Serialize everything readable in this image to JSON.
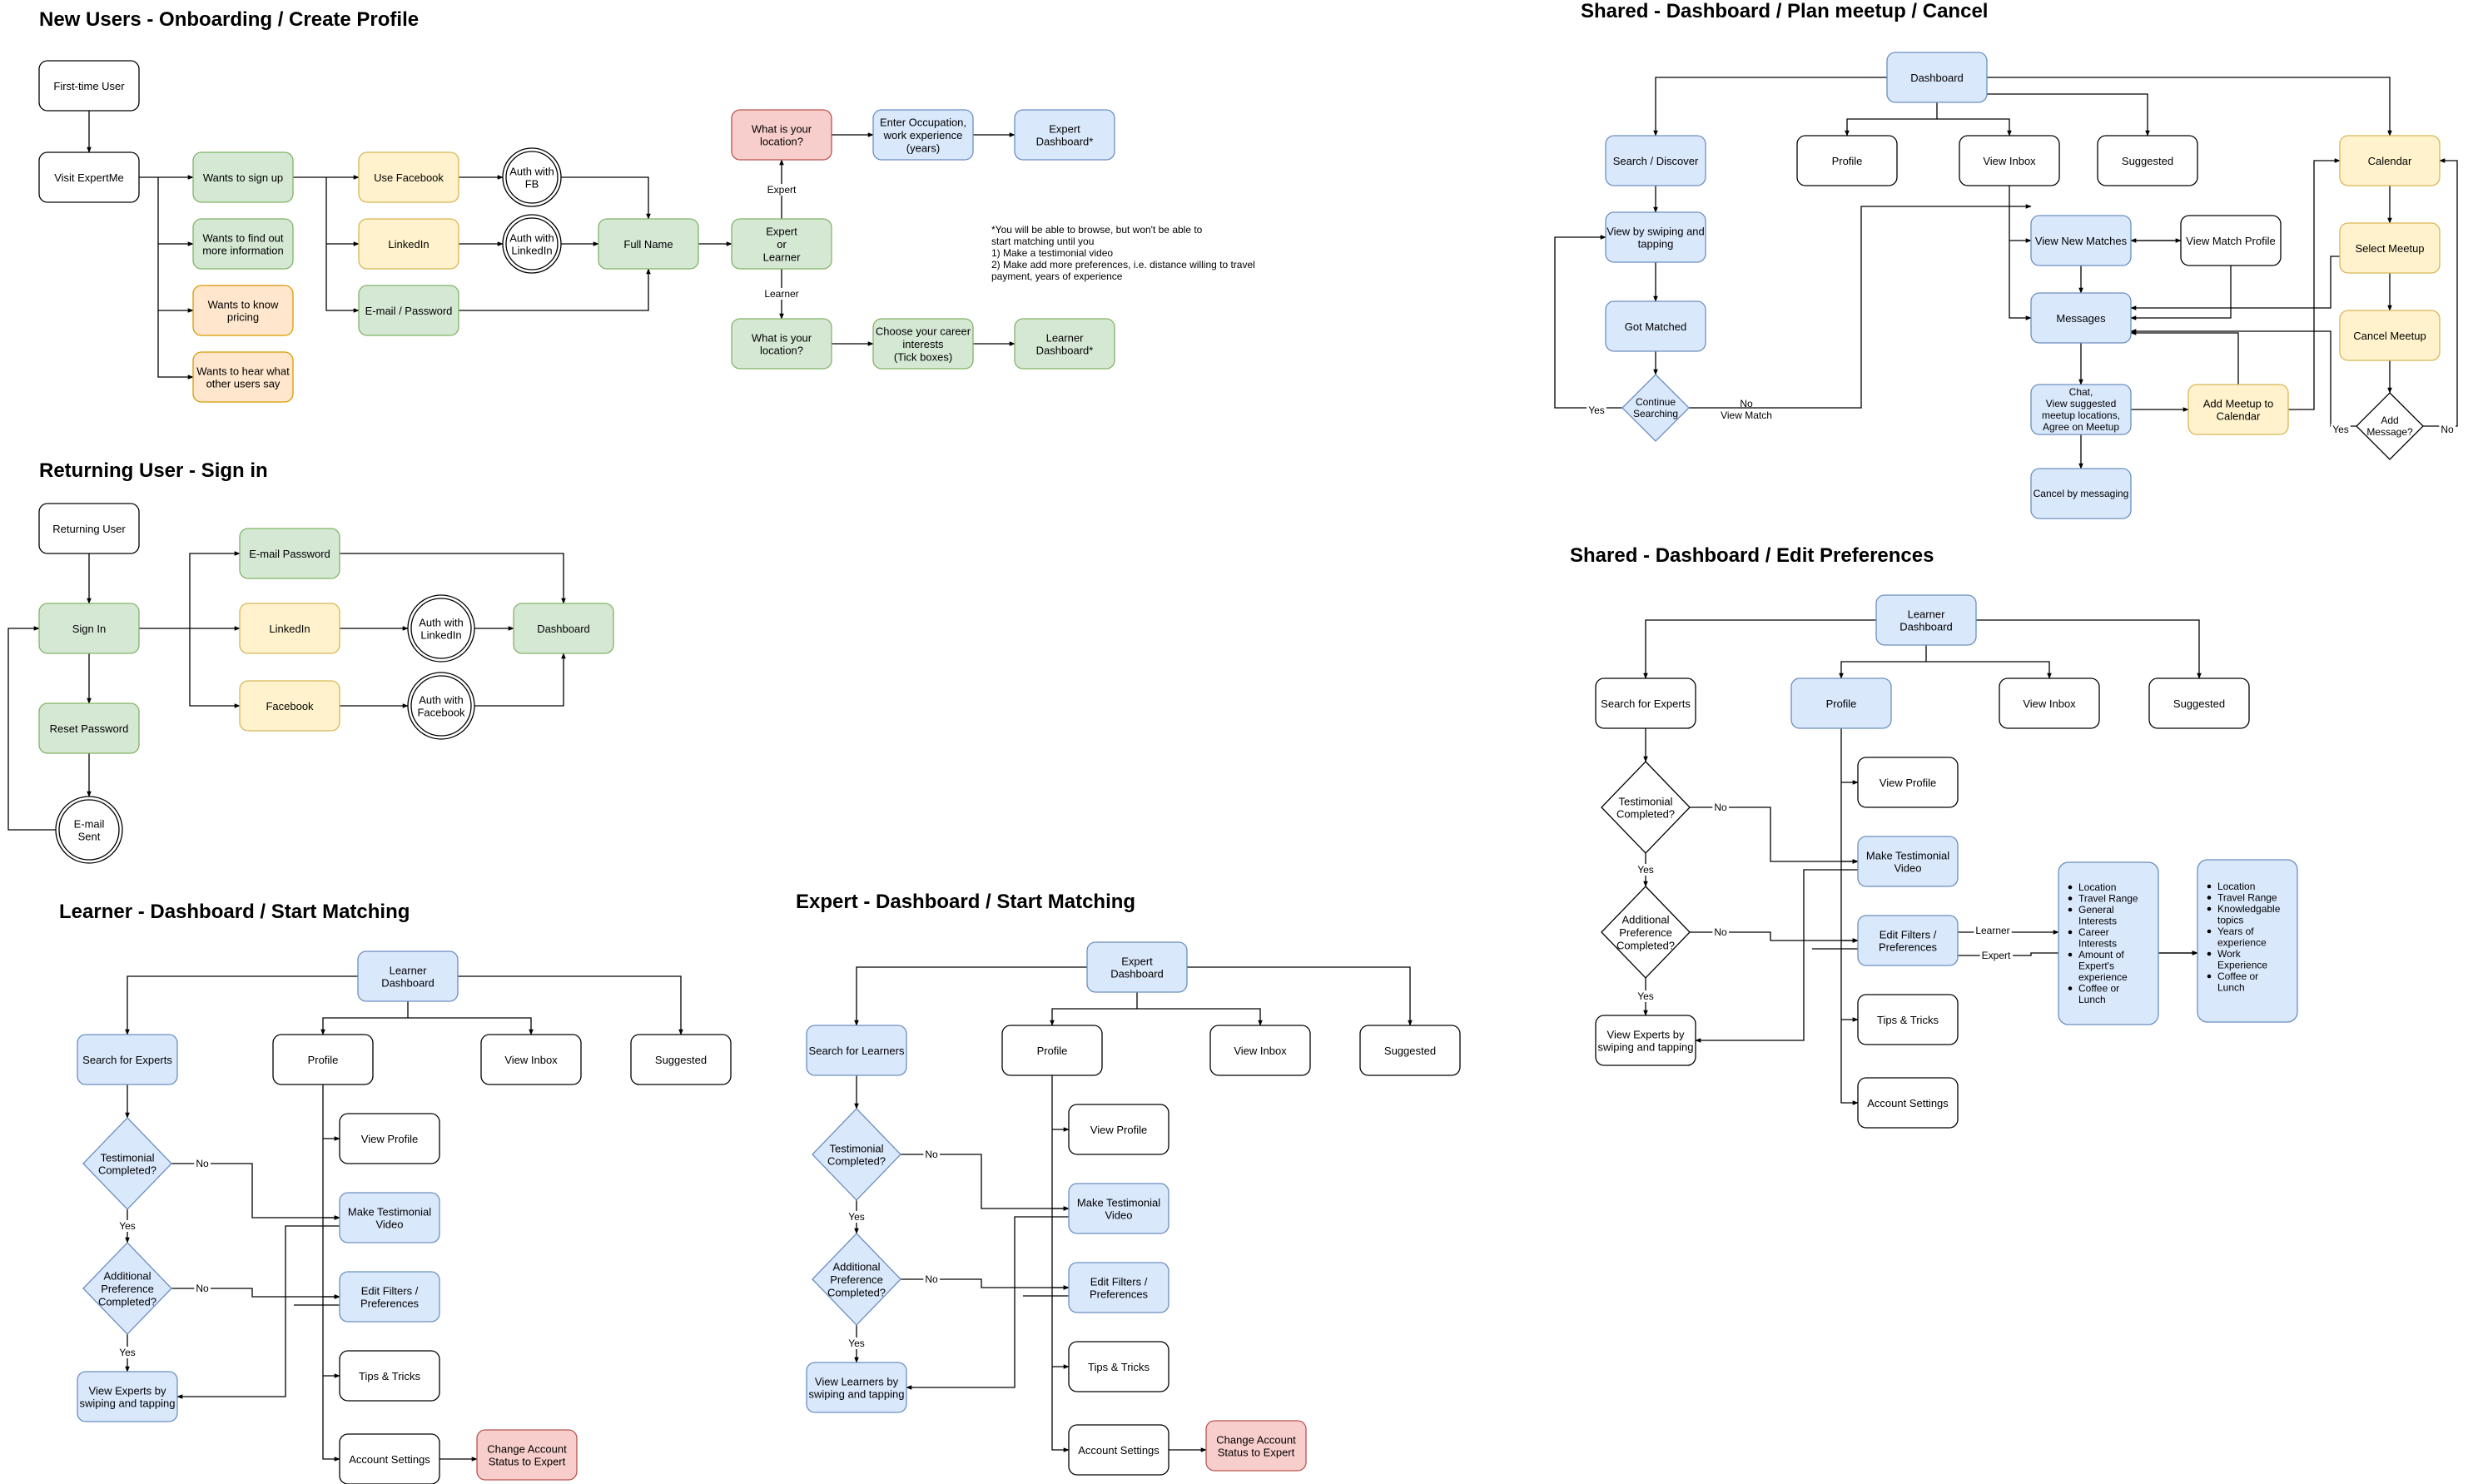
{
  "colors": {
    "blue": "#dae8fc",
    "blue_stroke": "#6c8ebf",
    "green": "#d5e8d4",
    "green_stroke": "#82b366",
    "yellow": "#fff2cc",
    "yellow_stroke": "#d6b656",
    "orange": "#ffe6cc",
    "orange_stroke": "#d79b00",
    "red": "#f8cecc",
    "red_stroke": "#b85450",
    "white": "#ffffff",
    "line": "#000000"
  },
  "titles": {
    "new_users": "New Users - Onboarding / Create Profile",
    "returning": "Returning User - Sign in",
    "learner": "Learner - Dashboard / Start Matching",
    "expert": "Expert - Dashboard / Start Matching",
    "shared_meetup": "Shared - Dashboard / Plan meetup / Cancel",
    "shared_prefs": "Shared - Dashboard / Edit Preferences"
  },
  "onboarding": {
    "first_time_user": "First-time User",
    "visit_expertme": "Visit ExpertMe",
    "wants_sign_up": "Wants to sign up",
    "wants_more_info": [
      "Wants to find out",
      "more information"
    ],
    "wants_pricing": [
      "Wants to know",
      "pricing"
    ],
    "wants_users_say": [
      "Wants to hear what",
      "other users say"
    ],
    "use_facebook": "Use Facebook",
    "linkedin": "LinkedIn",
    "email_password": "E-mail / Password",
    "auth_fb": [
      "Auth with",
      "FB"
    ],
    "auth_linkedin": [
      "Auth with",
      "LinkedIn"
    ],
    "full_name": "Full Name",
    "expert_or_learner": [
      "Expert",
      "or",
      "Learner"
    ],
    "label_expert": "Expert",
    "label_learner": "Learner",
    "location_expert": [
      "What is your",
      "location?"
    ],
    "occupation": [
      "Enter Occupation,",
      "work experience",
      "(years)"
    ],
    "expert_dashboard": [
      "Expert",
      "Dashboard*"
    ],
    "location_learner": [
      "What is your",
      "location?"
    ],
    "career_interests": [
      "Choose your career",
      "interests",
      "(Tick boxes)"
    ],
    "learner_dashboard": [
      "Learner",
      "Dashboard*"
    ],
    "note": [
      "*You will be able to browse, but won't be able to",
      "start matching until you",
      "1) Make a testimonial video",
      "2) Make add more preferences, i.e. distance willing to travel",
      "payment, years of experience"
    ]
  },
  "signin": {
    "returning_user": "Returning User",
    "sign_in": "Sign In",
    "reset_password": "Reset Password",
    "email_sent": [
      "E-mail",
      "Sent"
    ],
    "email_password": "E-mail Password",
    "linkedin": "LinkedIn",
    "facebook": "Facebook",
    "auth_linkedin": [
      "Auth with",
      "LinkedIn"
    ],
    "auth_facebook": [
      "Auth with",
      "Facebook"
    ],
    "dashboard": "Dashboard"
  },
  "learner_flow": {
    "dashboard": [
      "Learner",
      "Dashboard"
    ],
    "search": "Search for Experts",
    "profile": "Profile",
    "view_inbox": "View Inbox",
    "suggested": "Suggested",
    "testimonial": [
      "Testimonial",
      "Completed?"
    ],
    "additional": [
      "Additional",
      "Preference",
      "Completed?"
    ],
    "view_by_swiping": [
      "View Experts by",
      "swiping and tapping"
    ],
    "view_profile": "View Profile",
    "make_video": [
      "Make Testimonial",
      "Video"
    ],
    "edit_filters": [
      "Edit Filters /",
      "Preferences"
    ],
    "tips": "Tips & Tricks",
    "account_settings": "Account Settings",
    "change_status": [
      "Change Account",
      "Status to Expert"
    ],
    "yes": "Yes",
    "no": "No"
  },
  "expert_flow": {
    "dashboard": [
      "Expert",
      "Dashboard"
    ],
    "search": "Search for Learners",
    "profile": "Profile",
    "view_inbox": "View Inbox",
    "suggested": "Suggested",
    "testimonial": [
      "Testimonial",
      "Completed?"
    ],
    "additional": [
      "Additional",
      "Preference",
      "Completed?"
    ],
    "view_by_swiping": [
      "View Learners by",
      "swiping and tapping"
    ],
    "view_profile": "View Profile",
    "make_video": [
      "Make Testimonial",
      "Video"
    ],
    "edit_filters": [
      "Edit Filters /",
      "Preferences"
    ],
    "tips": "Tips & Tricks",
    "account_settings": "Account Settings",
    "change_status": [
      "Change Account",
      "Status to Expert"
    ],
    "yes": "Yes",
    "no": "No"
  },
  "meetup": {
    "dashboard": "Dashboard",
    "search_discover": "Search / Discover",
    "profile": "Profile",
    "view_inbox": "View Inbox",
    "suggested": "Suggested",
    "calendar": "Calendar",
    "view_swiping": [
      "View by swiping and",
      "tapping"
    ],
    "view_new_matches": "View New Matches",
    "view_match_profile": "View Match Profile",
    "select_meetup": "Select Meetup",
    "got_matched": "Got Matched",
    "messages": "Messages",
    "cancel_meetup": "Cancel Meetup",
    "continue_searching": [
      "Continue",
      "Searching"
    ],
    "no_view_match": [
      "No",
      "View Match"
    ],
    "chat": [
      "Chat,",
      "View suggested",
      "meetup locations,",
      "Agree on Meetup"
    ],
    "add_meetup": [
      "Add Meetup to",
      "Calendar"
    ],
    "add_message": [
      "Add",
      "Message?"
    ],
    "cancel_messaging": "Cancel by messaging",
    "yes": "Yes",
    "no": "No"
  },
  "preferences": {
    "dashboard": [
      "Learner",
      "Dashboard"
    ],
    "search": "Search for Experts",
    "profile": "Profile",
    "view_inbox": "View Inbox",
    "suggested": "Suggested",
    "testimonial": [
      "Testimonial",
      "Completed?"
    ],
    "additional": [
      "Additional",
      "Preference",
      "Completed?"
    ],
    "view_by_swiping": [
      "View Experts by",
      "swiping and tapping"
    ],
    "view_profile": "View Profile",
    "make_video": [
      "Make Testimonial",
      "Video"
    ],
    "edit_filters": [
      "Edit Filters /",
      "Preferences"
    ],
    "tips": "Tips & Tricks",
    "account_settings": "Account Settings",
    "learner_label": "Learner",
    "expert_label": "Expert",
    "learner_list": [
      "Location",
      "Travel Range",
      "General",
      "Interests",
      "Career",
      "Interests",
      "Amount of",
      "Expert's",
      "experience",
      "Coffee or",
      "Lunch"
    ],
    "expert_list": [
      "Location",
      "Travel Range",
      "Knowledgable",
      "topics",
      "Years of",
      "experience",
      "Work",
      "Experience",
      "Coffee or",
      "Lunch"
    ],
    "yes": "Yes",
    "no": "No"
  }
}
